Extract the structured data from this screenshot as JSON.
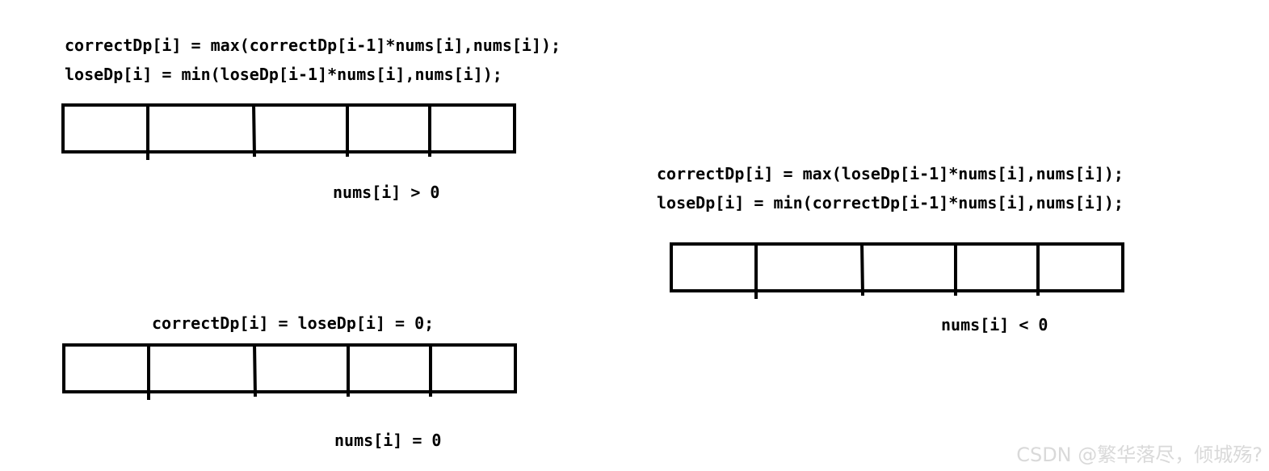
{
  "positive_case": {
    "formula_line_1": "correctDp[i] = max(correctDp[i-1]*nums[i],nums[i]);",
    "formula_line_2": "loseDp[i] = min(loseDp[i-1]*nums[i],nums[i]);",
    "condition": "nums[i] > 0"
  },
  "negative_case": {
    "formula_line_1": "correctDp[i] = max(loseDp[i-1]*nums[i],nums[i]);",
    "formula_line_2": "loseDp[i] = min(correctDp[i-1]*nums[i],nums[i]);",
    "condition": "nums[i] < 0"
  },
  "zero_case": {
    "formula_line_1": "correctDp[i] = loseDp[i] = 0;",
    "condition": "nums[i] = 0"
  },
  "watermark": "CSDN @繁华落尽，倾城殇?"
}
